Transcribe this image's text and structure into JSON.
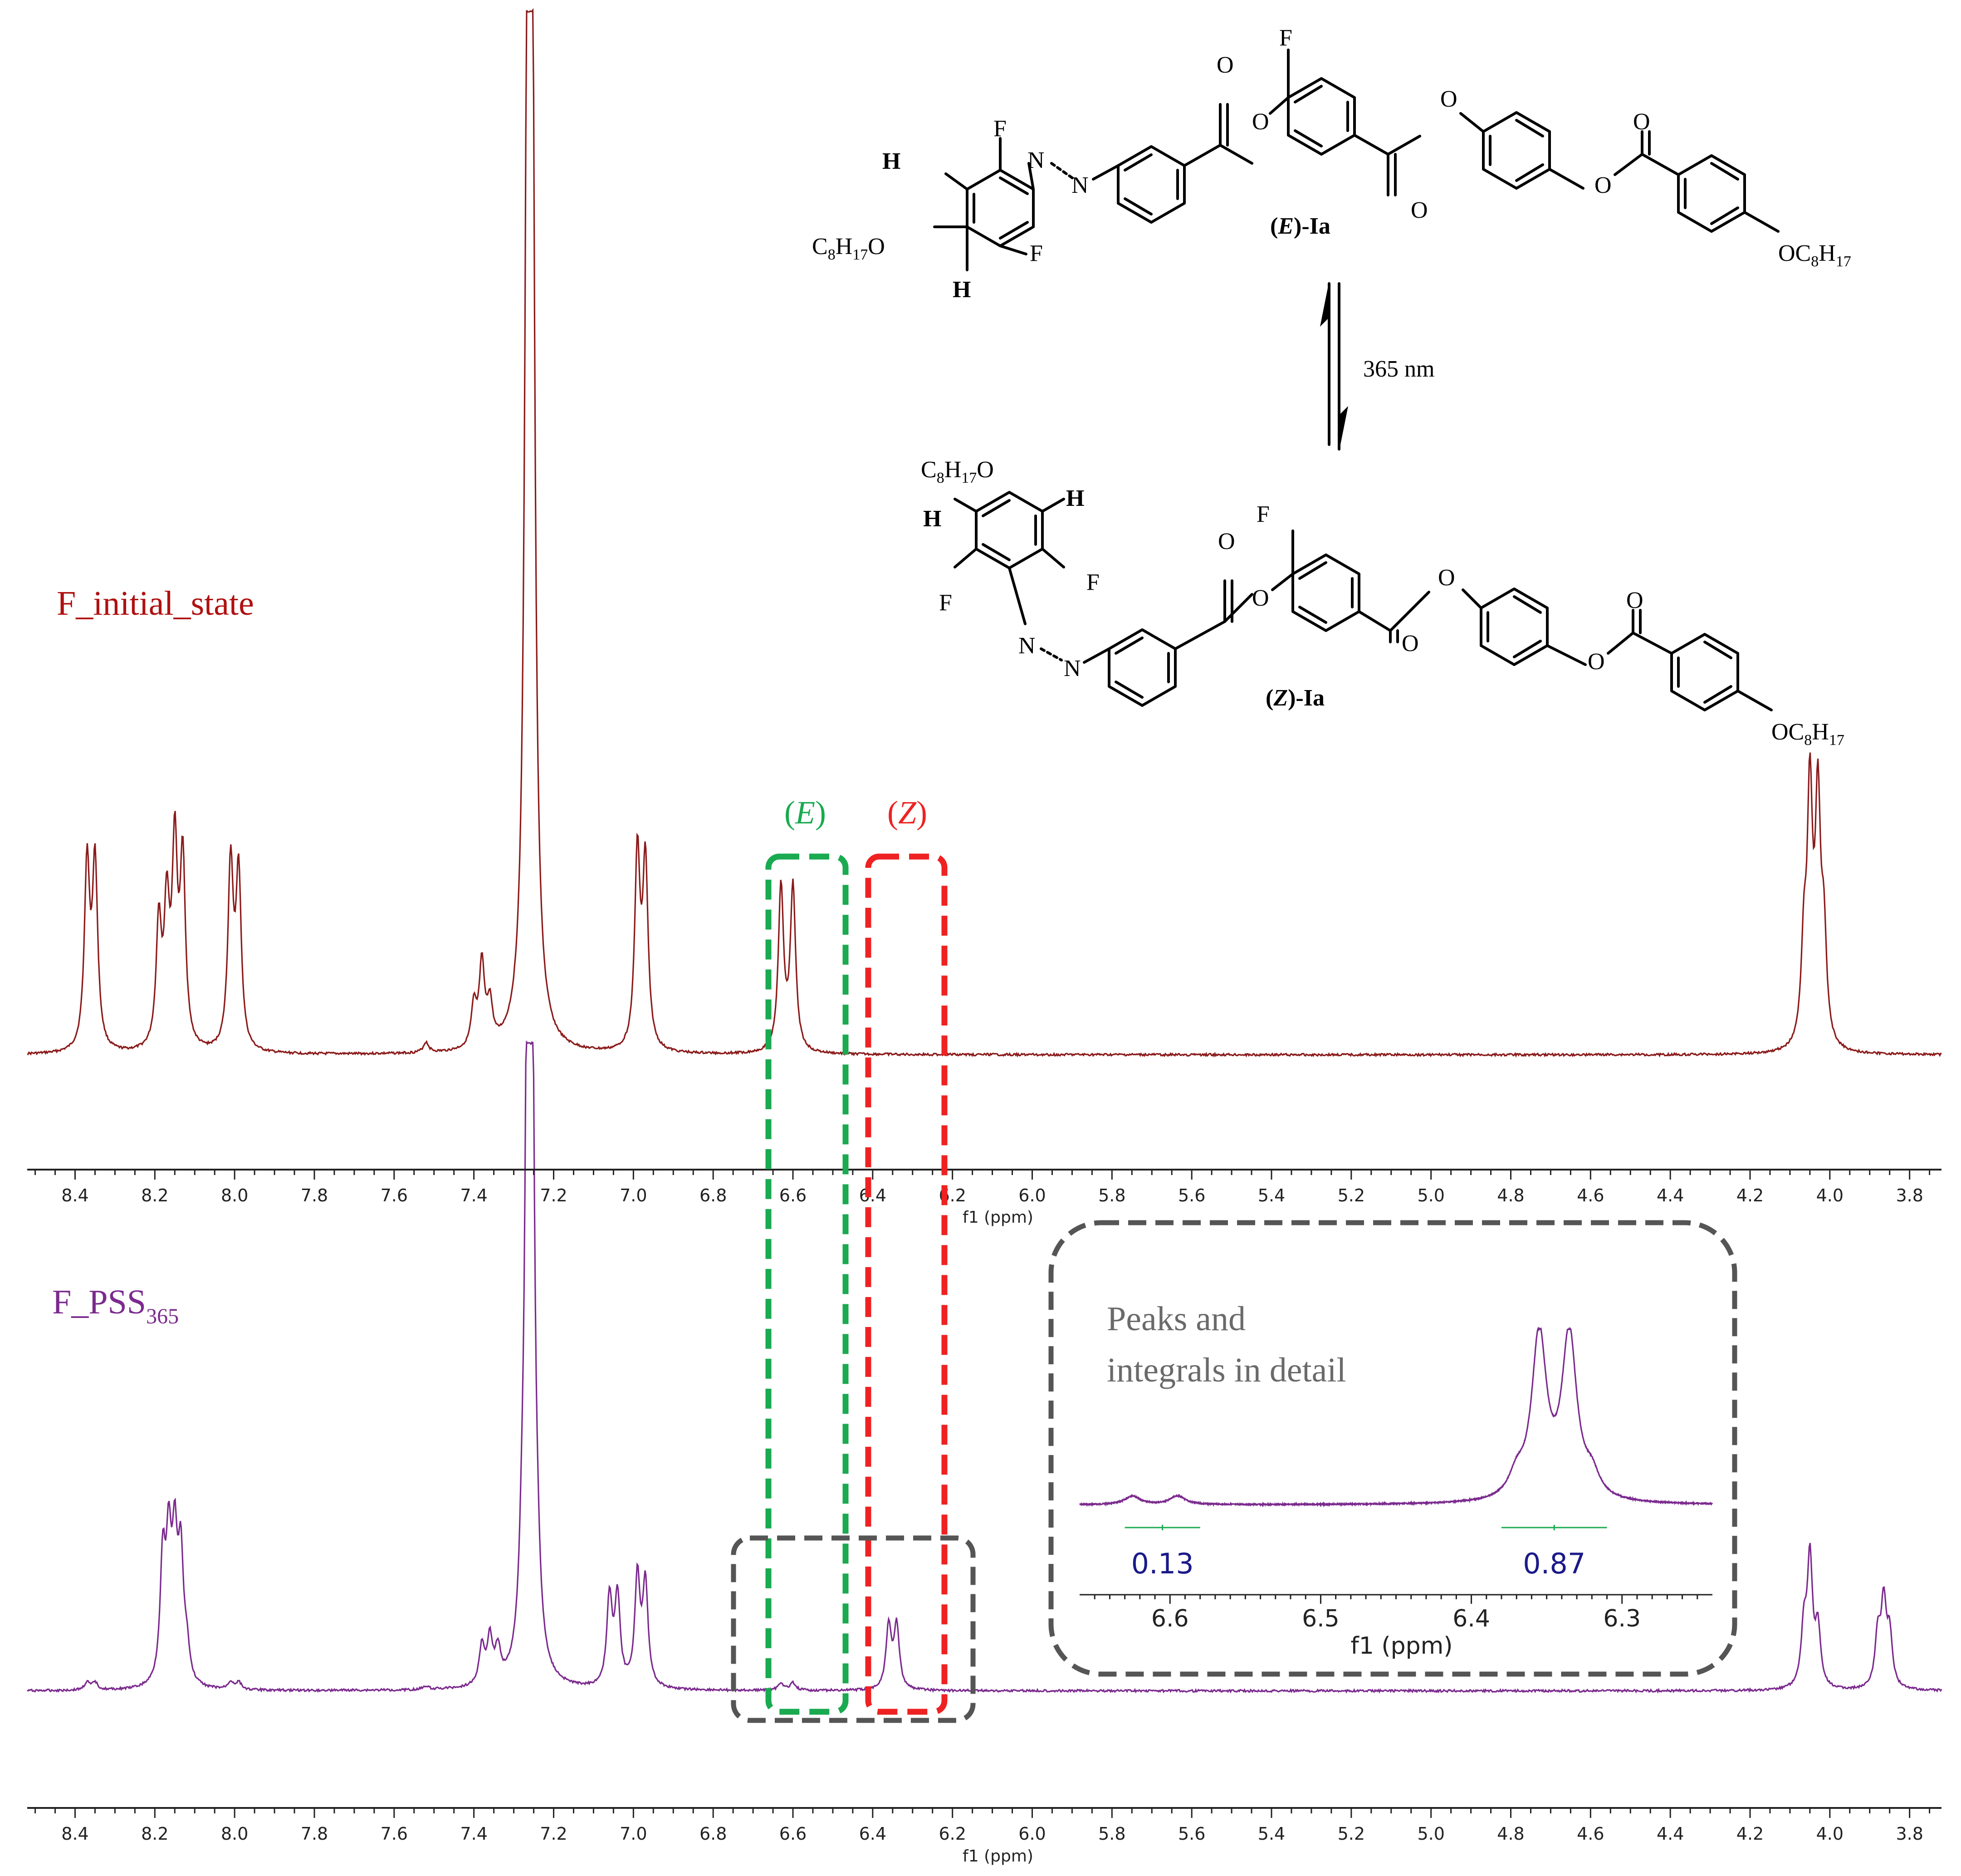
{
  "chart_data": [
    {
      "type": "line",
      "name_label": "F_initial_state",
      "color": "#8b1a1a",
      "xlabel": "f1 (ppm)",
      "xlim": [
        8.52,
        3.72
      ],
      "x_reversed": true,
      "xticks": [
        "8.4",
        "8.2",
        "8.0",
        "7.8",
        "7.6",
        "7.4",
        "7.2",
        "7.0",
        "6.8",
        "6.6",
        "6.4",
        "6.2",
        "6.0",
        "5.8",
        "5.6",
        "5.4",
        "5.2",
        "5.0",
        "4.8",
        "4.6",
        "4.4",
        "4.2",
        "4.0",
        "3.8"
      ],
      "peaks": [
        {
          "x": 8.37,
          "h": 0.18
        },
        {
          "x": 8.35,
          "h": 0.18
        },
        {
          "x": 8.19,
          "h": 0.12
        },
        {
          "x": 8.17,
          "h": 0.13
        },
        {
          "x": 8.15,
          "h": 0.19
        },
        {
          "x": 8.13,
          "h": 0.18
        },
        {
          "x": 8.01,
          "h": 0.18
        },
        {
          "x": 7.99,
          "h": 0.17
        },
        {
          "x": 7.52,
          "h": 0.01
        },
        {
          "x": 7.4,
          "h": 0.04
        },
        {
          "x": 7.38,
          "h": 0.08
        },
        {
          "x": 7.36,
          "h": 0.04
        },
        {
          "x": 7.265,
          "h": 0.91
        },
        {
          "x": 7.255,
          "h": 1.0
        },
        {
          "x": 6.99,
          "h": 0.19
        },
        {
          "x": 6.97,
          "h": 0.18
        },
        {
          "x": 6.63,
          "h": 0.16
        },
        {
          "x": 6.6,
          "h": 0.16
        },
        {
          "x": 4.065,
          "h": 0.09
        },
        {
          "x": 4.05,
          "h": 0.24
        },
        {
          "x": 4.03,
          "h": 0.23
        },
        {
          "x": 4.015,
          "h": 0.1
        }
      ]
    },
    {
      "type": "line",
      "name_label": "F_PSS",
      "name_sub": "365",
      "color": "#7b2a8e",
      "xlabel": "f1 (ppm)",
      "xlim": [
        8.52,
        3.72
      ],
      "x_reversed": true,
      "xticks": [
        "8.4",
        "8.2",
        "8.0",
        "7.8",
        "7.6",
        "7.4",
        "7.2",
        "7.0",
        "6.8",
        "6.6",
        "6.4",
        "6.2",
        "6.0",
        "5.8",
        "5.6",
        "5.4",
        "5.2",
        "5.0",
        "4.8",
        "4.6",
        "4.4",
        "4.2",
        "4.0",
        "3.8"
      ],
      "peaks": [
        {
          "x": 8.37,
          "h": 0.012
        },
        {
          "x": 8.35,
          "h": 0.012
        },
        {
          "x": 8.18,
          "h": 0.19
        },
        {
          "x": 8.165,
          "h": 0.2
        },
        {
          "x": 8.15,
          "h": 0.2
        },
        {
          "x": 8.135,
          "h": 0.19
        },
        {
          "x": 8.12,
          "h": 0.05
        },
        {
          "x": 8.01,
          "h": 0.012
        },
        {
          "x": 7.99,
          "h": 0.012
        },
        {
          "x": 7.52,
          "h": 0.006
        },
        {
          "x": 7.38,
          "h": 0.06
        },
        {
          "x": 7.36,
          "h": 0.07
        },
        {
          "x": 7.34,
          "h": 0.05
        },
        {
          "x": 7.28,
          "h": 0.08
        },
        {
          "x": 7.265,
          "h": 1.0
        },
        {
          "x": 7.255,
          "h": 0.98
        },
        {
          "x": 7.24,
          "h": 0.05
        },
        {
          "x": 7.06,
          "h": 0.14
        },
        {
          "x": 7.04,
          "h": 0.14
        },
        {
          "x": 6.99,
          "h": 0.17
        },
        {
          "x": 6.97,
          "h": 0.16
        },
        {
          "x": 6.63,
          "h": 0.012
        },
        {
          "x": 6.6,
          "h": 0.012
        },
        {
          "x": 6.36,
          "h": 0.1
        },
        {
          "x": 6.34,
          "h": 0.1
        },
        {
          "x": 4.065,
          "h": 0.09
        },
        {
          "x": 4.05,
          "h": 0.2
        },
        {
          "x": 4.03,
          "h": 0.09
        },
        {
          "x": 3.88,
          "h": 0.08
        },
        {
          "x": 3.865,
          "h": 0.13
        },
        {
          "x": 3.85,
          "h": 0.08
        }
      ]
    },
    {
      "type": "line",
      "name_label": "inset",
      "title_lines": [
        "Peaks and",
        "integrals in detail"
      ],
      "color": "#7b2a8e",
      "xlabel": "f1 (ppm)",
      "xlim": [
        6.66,
        6.24
      ],
      "x_reversed": true,
      "xticks": [
        "6.6",
        "6.5",
        "6.4",
        "6.3"
      ],
      "peaks": [
        {
          "x": 6.625,
          "h": 0.05
        },
        {
          "x": 6.595,
          "h": 0.05
        },
        {
          "x": 6.37,
          "h": 0.12
        },
        {
          "x": 6.355,
          "h": 0.95
        },
        {
          "x": 6.335,
          "h": 0.95
        },
        {
          "x": 6.32,
          "h": 0.12
        }
      ],
      "integrals": [
        {
          "from": 6.63,
          "to": 6.58,
          "value": "0.13"
        },
        {
          "from": 6.38,
          "to": 6.31,
          "value": "0.87"
        }
      ]
    }
  ],
  "region_labels": {
    "e_label": "E",
    "z_label": "Z",
    "e_color": "#1aaa50",
    "z_color": "#ee2222",
    "box_gray": "#555555"
  },
  "scheme": {
    "e_isomer_label": "(E)-Ia",
    "z_isomer_label": "(Z)-Ia",
    "wavelength": "365 nm",
    "h_color_e": "#22aa22",
    "h_color_z": "#dd1111"
  }
}
